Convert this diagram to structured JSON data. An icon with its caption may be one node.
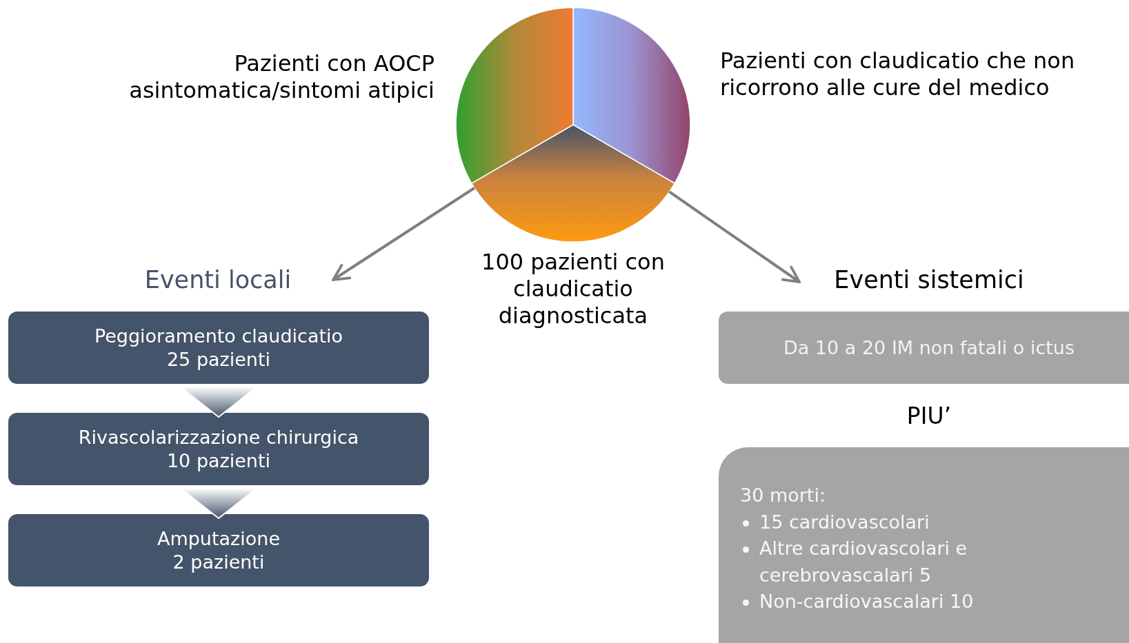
{
  "diagram": {
    "nodes": [
      {
        "text": [],
        "shape": "circle",
        "beside": [
          "Pazienti con AOCP asintomatica/sintomi atipici",
          "Pazienti con claudicatio che non ricorrono alle cure del medico",
          "100 pazienti con claudicatio diagnosticata"
        ]
      },
      {
        "text": [
          "Eventi locali"
        ]
      },
      {
        "text": [
          "Peggioramento claudicatio",
          "25 pazienti"
        ]
      },
      {
        "text": [
          "Rivascolarizzazione chirurgica",
          "10 pazienti"
        ]
      },
      {
        "text": [
          "Amputazione",
          "2 pazienti"
        ]
      },
      {
        "text": [
          "Eventi sistemici"
        ]
      },
      {
        "text": [
          "Da 10 a 20 IM non fatali o ictus"
        ]
      },
      {
        "text": [
          "30 morti:",
          "15 cardiovascolari",
          "Altre cardiovascolari e cerebrovascalari 5",
          "Non-cardiovascalari 10"
        ]
      }
    ],
    "edges": [
      {
        "from": 0,
        "to": 1,
        "arrow": "to"
      },
      {
        "from": 0,
        "to": 5,
        "arrow": "to"
      },
      {
        "from": 2,
        "to": 3,
        "arrow": "to"
      },
      {
        "from": 3,
        "to": 4,
        "arrow": "to"
      }
    ],
    "labels": [
      "PIU’"
    ]
  }
}
